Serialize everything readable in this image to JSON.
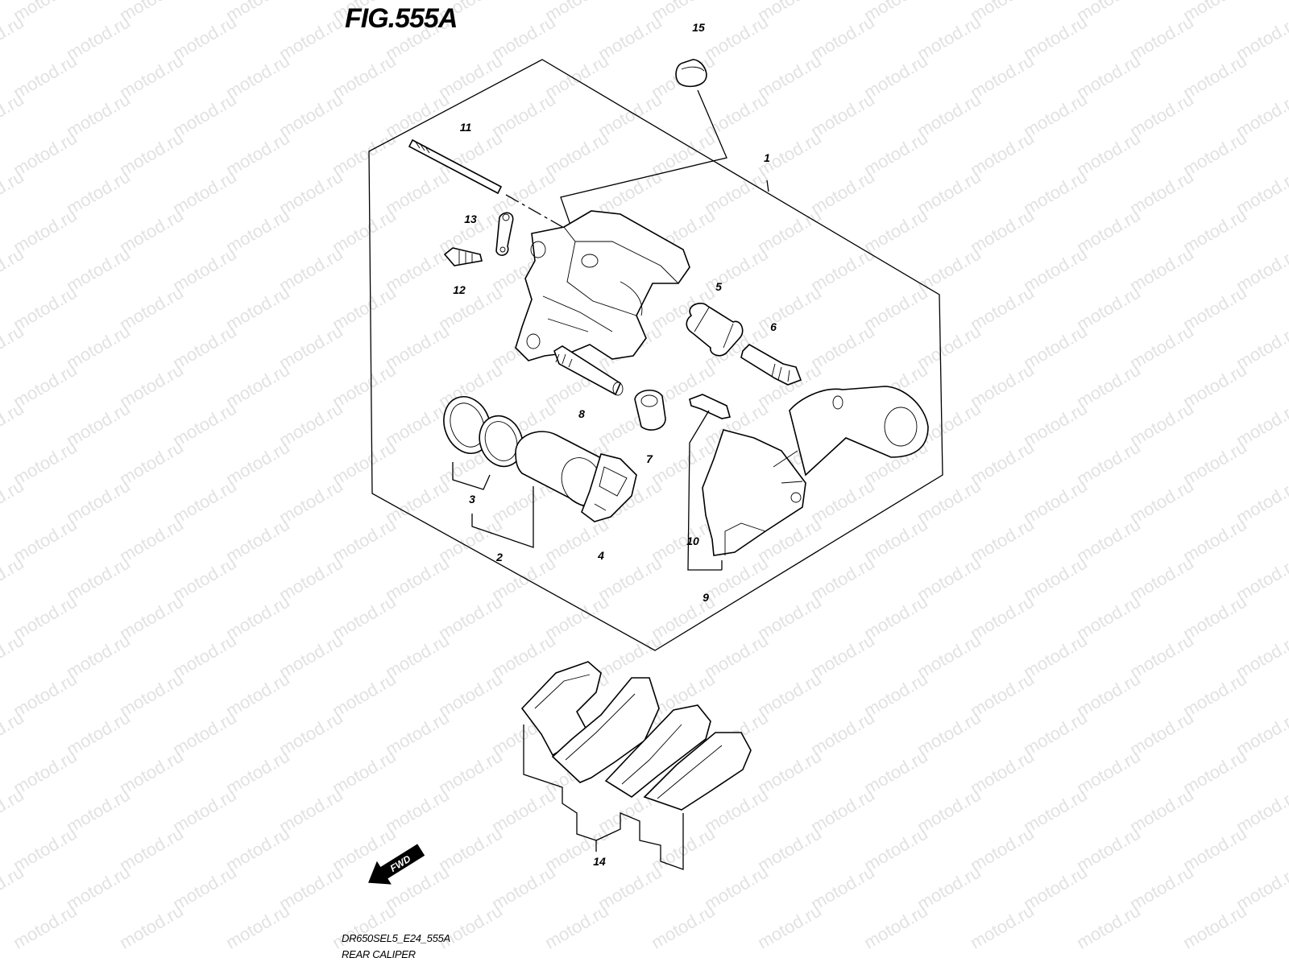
{
  "figure": {
    "title": "FIG.555A",
    "code": "DR650SEL5_E24_555A",
    "name": "REAR CALIPER"
  },
  "watermark": {
    "text": "motod.ru"
  },
  "fwd_label": "FWD",
  "callouts": [
    {
      "id": "1",
      "label": "1"
    },
    {
      "id": "2",
      "label": "2"
    },
    {
      "id": "3",
      "label": "3"
    },
    {
      "id": "4",
      "label": "4"
    },
    {
      "id": "5",
      "label": "5"
    },
    {
      "id": "6",
      "label": "6"
    },
    {
      "id": "7",
      "label": "7"
    },
    {
      "id": "8",
      "label": "8"
    },
    {
      "id": "9",
      "label": "9"
    },
    {
      "id": "10",
      "label": "10"
    },
    {
      "id": "11",
      "label": "11"
    },
    {
      "id": "12",
      "label": "12"
    },
    {
      "id": "13",
      "label": "13"
    },
    {
      "id": "14",
      "label": "14"
    },
    {
      "id": "15",
      "label": "15"
    }
  ]
}
